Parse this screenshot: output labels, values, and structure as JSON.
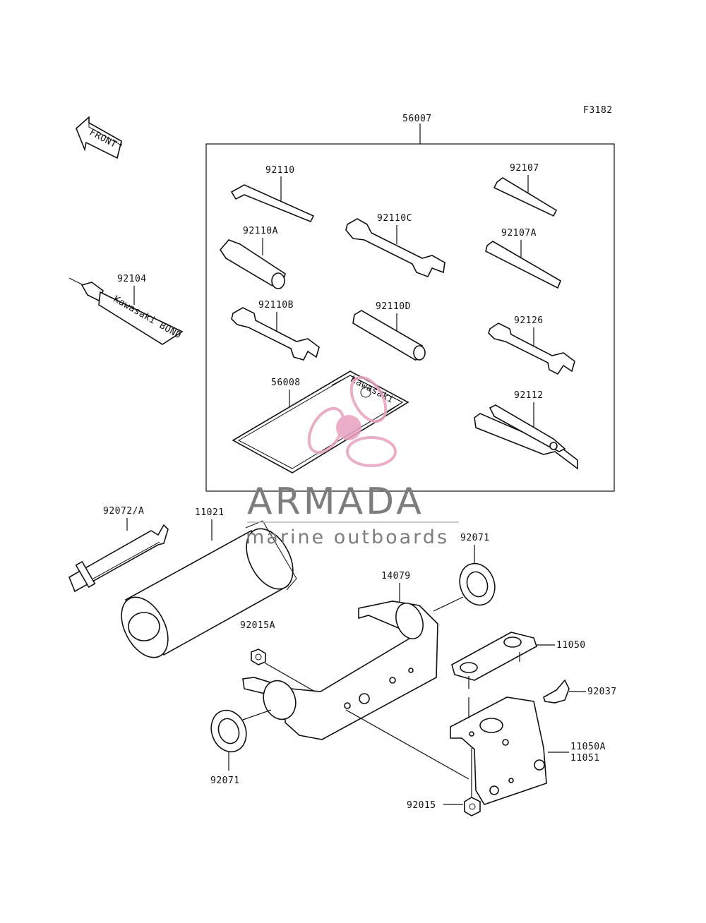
{
  "diagram_code": "F3182",
  "front_label": "FRONT",
  "labels": {
    "p56007": "56007",
    "p92110": "92110",
    "p92107": "92107",
    "p92110A": "92110A",
    "p92110C": "92110C",
    "p92107A": "92107A",
    "p92104": "92104",
    "p92110B": "92110B",
    "p92110D": "92110D",
    "p92126": "92126",
    "p56008": "56008",
    "p92112": "92112",
    "p92072A": "92072/A",
    "p11021": "11021",
    "p92071_top": "92071",
    "p14079": "14079",
    "p92015A": "92015A",
    "p11050": "11050",
    "p92037": "92037",
    "p11050A": "11050A",
    "p11051": "11051",
    "p92071_bottom": "92071",
    "p92015": "92015"
  },
  "tube_text": "Kawasaki BOND",
  "bag_text": "Kawasaki",
  "watermark": {
    "title": "ARMADA",
    "subtitle": "marine outboards",
    "logo_color": "#e8a0c0",
    "text_color": "#7d7d7d"
  }
}
